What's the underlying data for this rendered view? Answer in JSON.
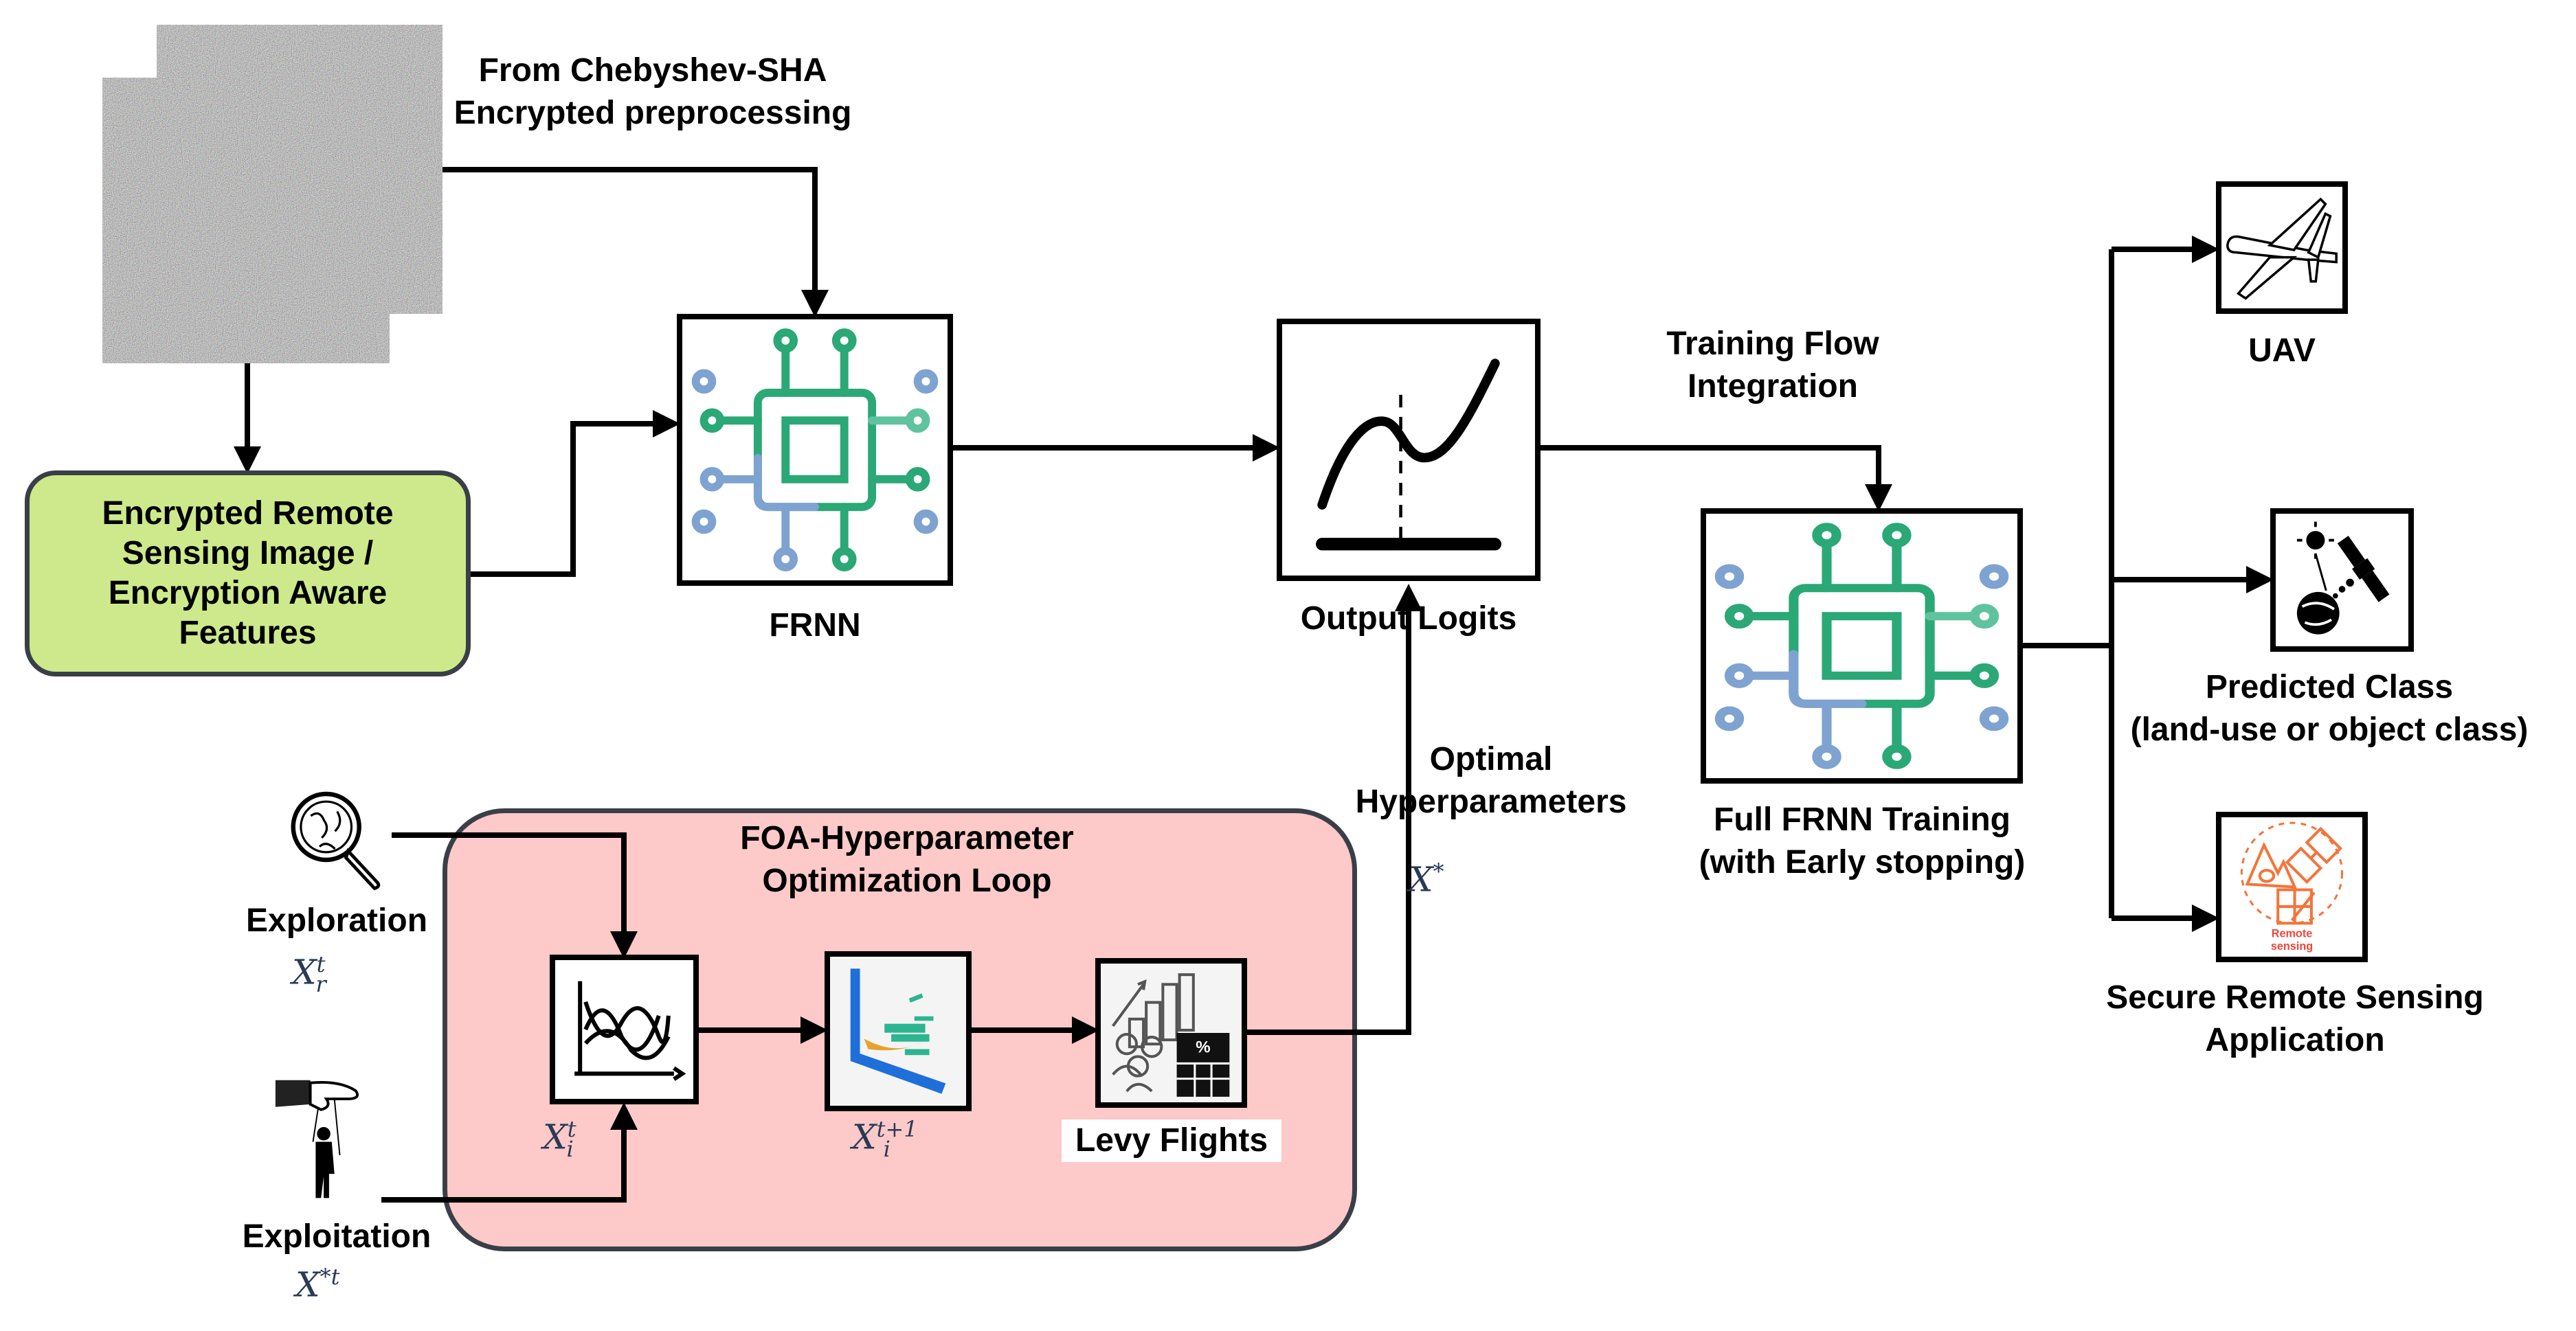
{
  "diagram": {
    "source_label": [
      "From Chebyshev-SHA",
      "Encrypted preprocessing"
    ],
    "input_box": [
      "Encrypted Remote",
      "Sensing Image /",
      "Encryption Aware",
      "Features"
    ],
    "frnn_label": "FRNN",
    "output_logits_label": "Output Logits",
    "training_flow_label": [
      "Training Flow",
      "Integration"
    ],
    "full_training_label": [
      "Full FRNN Training",
      "(with Early stopping)"
    ],
    "optimal_label": [
      "Optimal",
      "Hyperparameters"
    ],
    "x_star": "X",
    "x_star_sup": "*",
    "outputs": {
      "uav": "UAV",
      "predicted": [
        "Predicted Class",
        "(land-use or object class)"
      ],
      "secure": [
        "Secure Remote Sensing",
        "Application"
      ],
      "remote_sensing_icon_text": [
        "Remote",
        "sensing"
      ]
    },
    "foa": {
      "title": [
        "FOA-Hyperparameter",
        "Optimization Loop"
      ],
      "exploration": "Exploration",
      "exploitation": "Exploitation",
      "xr": {
        "base": "X",
        "sup": "t",
        "sub": "r"
      },
      "xi": {
        "base": "X",
        "sup": "t",
        "sub": "i"
      },
      "xi1": {
        "base": "X",
        "sup": "t+1",
        "sub": "i"
      },
      "xst": {
        "base": "X",
        "sup": "*t"
      },
      "levy": "Levy Flights"
    }
  },
  "colors": {
    "input_fill": "#cde98c",
    "foa_fill": "#fdc9c9",
    "chip_green": "#2aa876",
    "chip_blue": "#7fa3d1",
    "remote_orange": "#f4743b"
  }
}
